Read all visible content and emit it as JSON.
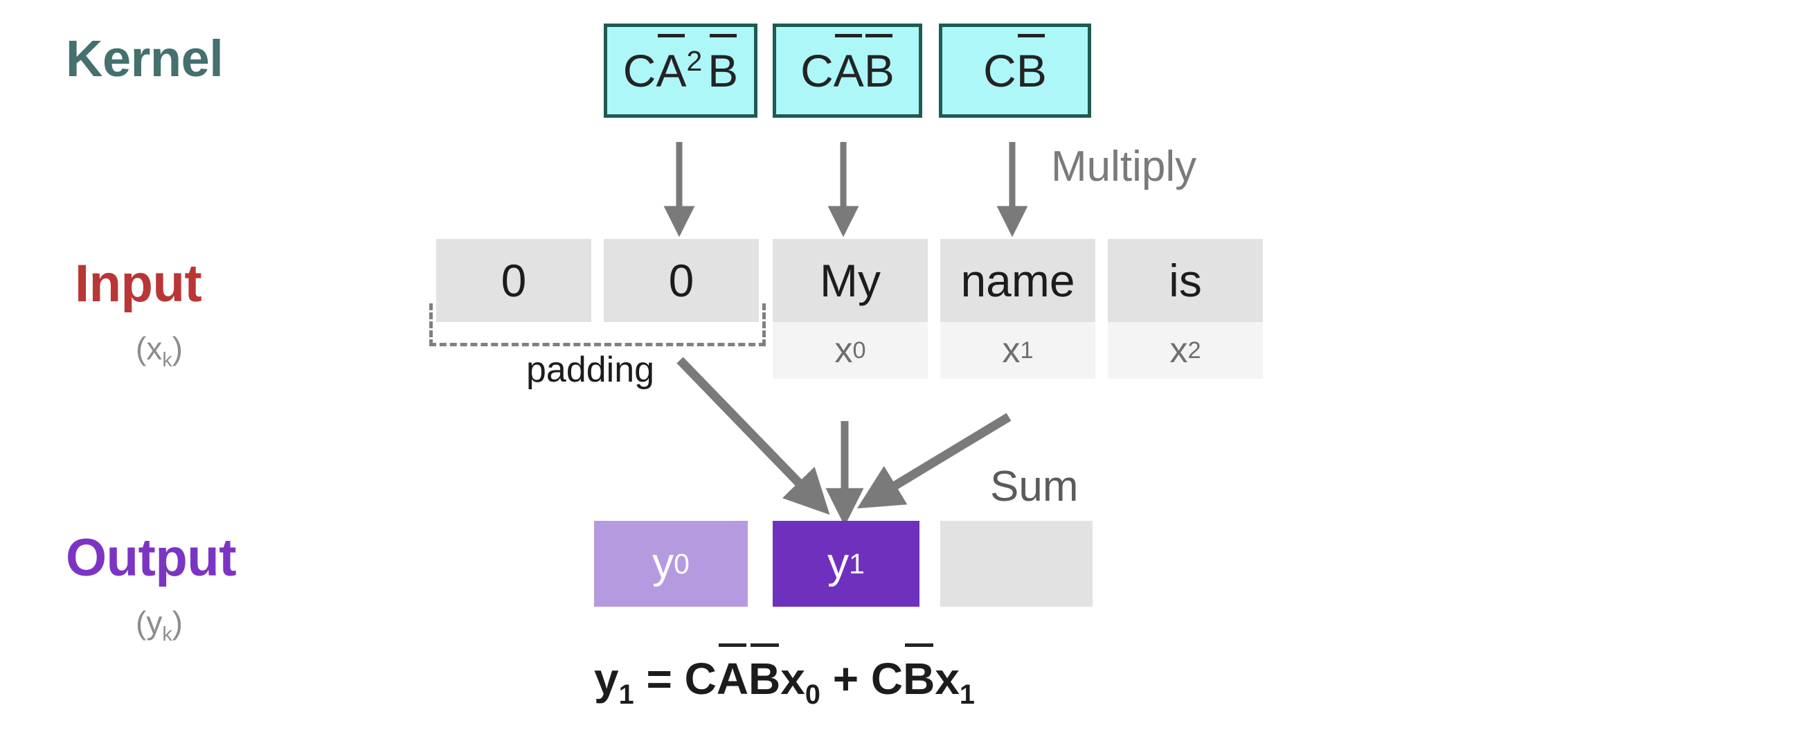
{
  "diagram": {
    "title": "Convolutional view of a state space model kernel applied to a padded token sequence",
    "colors": {
      "kernel_fill": "#AEF7F8",
      "kernel_border": "#1F5B52",
      "kernel_label": "#44706E",
      "input_label": "#B93634",
      "output_label": "#7B35C2",
      "input_box": "#E2E2E2",
      "input_index_box": "#F4F4F4",
      "output_y0": "#B69AE0",
      "output_y1": "#6F30BE",
      "output_empty": "#E2E2E2",
      "arrow": "#7A7A7A",
      "annotation_text": "#5B5B5B"
    }
  },
  "rows": {
    "kernel": {
      "label": "Kernel",
      "boxes": [
        {
          "text": "CÂ2B̄",
          "parts": {
            "c": "C",
            "a": "A",
            "exp": "2",
            "b": "B"
          },
          "plain": "CĀ²B̄"
        },
        {
          "text": "CAB",
          "plain": "CĀB̄"
        },
        {
          "text": "CB",
          "plain": "CB̄"
        }
      ]
    },
    "input": {
      "label": "Input",
      "sublabel_base": "(x",
      "sublabel_sub": "k",
      "sublabel_close": ")",
      "cells": [
        {
          "word": "0",
          "index": "",
          "is_padding": true
        },
        {
          "word": "0",
          "index": "",
          "is_padding": true
        },
        {
          "word": "My",
          "index_base": "x",
          "index_sub": "0",
          "is_padding": false
        },
        {
          "word": "name",
          "index_base": "x",
          "index_sub": "1",
          "is_padding": false
        },
        {
          "word": "is",
          "index_base": "x",
          "index_sub": "2",
          "is_padding": false
        }
      ],
      "padding_label": "padding"
    },
    "output": {
      "label": "Output",
      "sublabel_base": "(y",
      "sublabel_sub": "k",
      "sublabel_close": ")",
      "cells": [
        {
          "base": "y",
          "sub": "0",
          "state": "computed-previous"
        },
        {
          "base": "y",
          "sub": "1",
          "state": "computed-current"
        },
        {
          "base": "",
          "sub": "",
          "state": "empty"
        }
      ]
    }
  },
  "annotations": {
    "multiply": "Multiply",
    "sum": "Sum"
  },
  "formula": {
    "lhs_base": "y",
    "lhs_sub": "1",
    "equals": "=",
    "term1_c": "C",
    "term1_a": "A",
    "term1_b": "B",
    "term1_x": "x",
    "term1_x_sub": "0",
    "plus": "+",
    "term2_c": "C",
    "term2_b": "B",
    "term2_x": "x",
    "term2_x_sub": "1",
    "plain": "y₁ = CĀB̄x₀ + CB̄x₁"
  }
}
